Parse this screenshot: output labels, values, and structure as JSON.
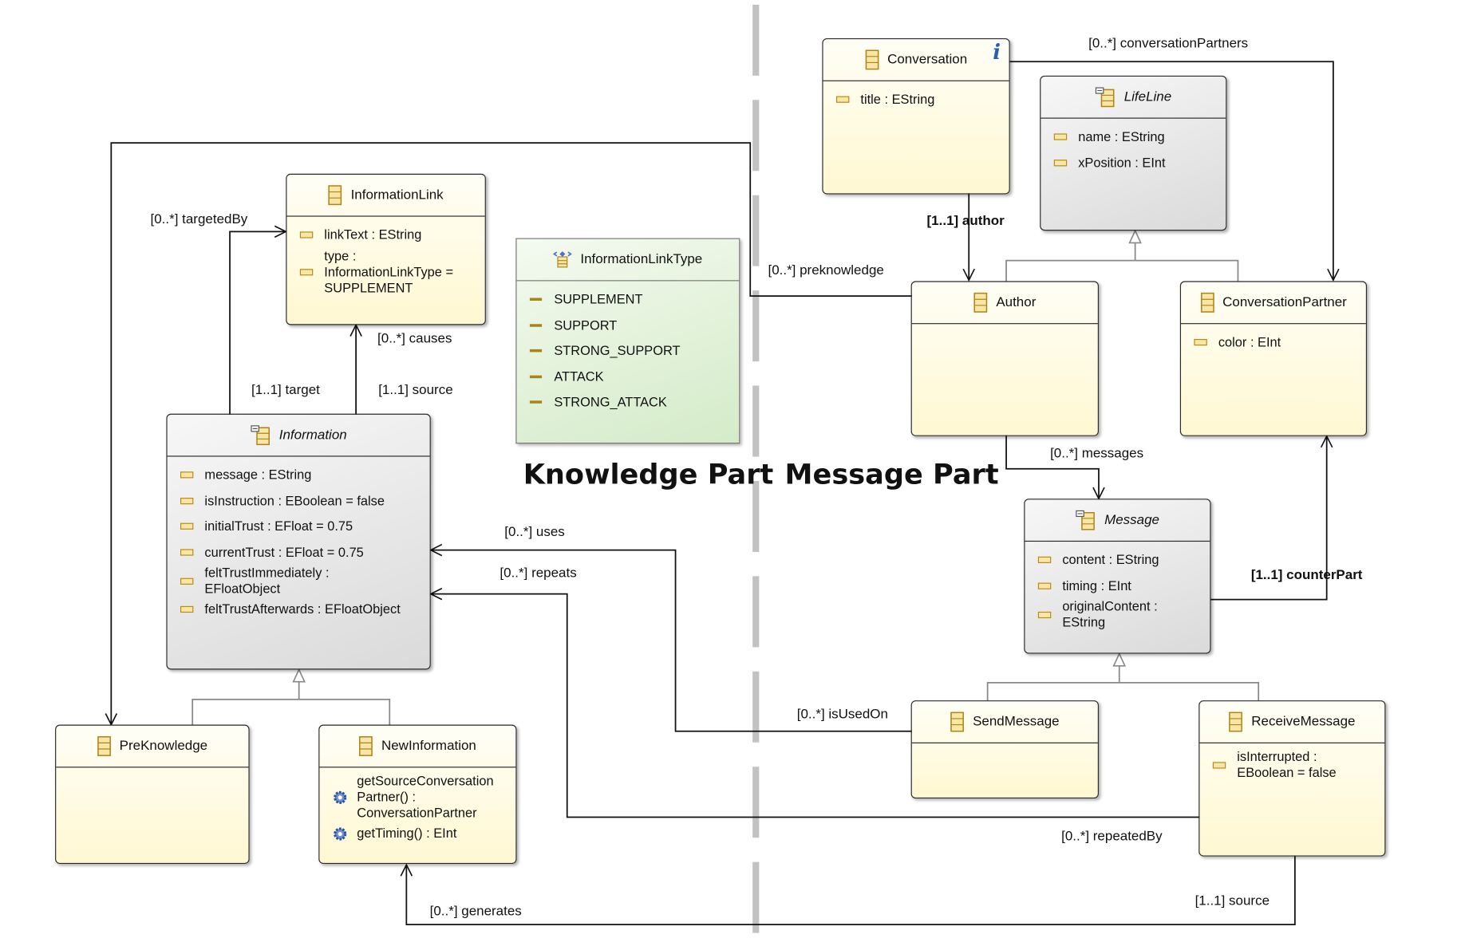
{
  "sections": {
    "knowledge": "Knowledge Part",
    "message": "Message Part"
  },
  "classes": {
    "conversation": {
      "name": "Conversation",
      "info": "i",
      "attributes": [
        "title : EString"
      ]
    },
    "lifeline": {
      "name": "LifeLine",
      "attributes": [
        "name : EString",
        "xPosition : EInt"
      ]
    },
    "author": {
      "name": "Author"
    },
    "conversation_partner": {
      "name": "ConversationPartner",
      "attributes": [
        "color : EInt"
      ]
    },
    "message": {
      "name": "Message",
      "attributes": [
        "content : EString",
        "timing : EInt",
        "originalContent :\nEString"
      ]
    },
    "send_message": {
      "name": "SendMessage"
    },
    "receive_message": {
      "name": "ReceiveMessage",
      "attributes": [
        "isInterrupted :\nEBoolean = false"
      ]
    },
    "information_link": {
      "name": "InformationLink",
      "attributes": [
        "linkText : EString",
        "type :\nInformationLinkType =\nSUPPLEMENT"
      ]
    },
    "information_link_type": {
      "name": "InformationLinkType",
      "literals": [
        "SUPPLEMENT",
        "SUPPORT",
        "STRONG_SUPPORT",
        "ATTACK",
        "STRONG_ATTACK"
      ]
    },
    "information": {
      "name": "Information",
      "attributes": [
        "message : EString",
        "isInstruction : EBoolean = false",
        "initialTrust : EFloat = 0.75",
        "currentTrust : EFloat = 0.75",
        "feltTrustImmediately :\nEFloatObject",
        "feltTrustAfterwards : EFloatObject"
      ]
    },
    "pre_knowledge": {
      "name": "PreKnowledge"
    },
    "new_information": {
      "name": "NewInformation",
      "operations": [
        "getSourceConversation\nPartner() :\nConversationPartner",
        "getTiming() : EInt"
      ]
    }
  },
  "references": {
    "conversation_partners": "[0..*] conversationPartners",
    "author": "[1..1] author",
    "preknowledge": "[0..*] preknowledge",
    "targeted_by": "[0..*] targetedBy",
    "causes": "[0..*] causes",
    "target": "[1..1] target",
    "source_info": "[1..1] source",
    "messages": "[0..*] messages",
    "uses": "[0..*] uses",
    "repeats": "[0..*] repeats",
    "counter_part": "[1..1] counterPart",
    "is_used_on": "[0..*] isUsedOn",
    "repeated_by": "[0..*] repeatedBy",
    "generates": "[0..*] generates",
    "source_receive": "[1..1] source"
  }
}
